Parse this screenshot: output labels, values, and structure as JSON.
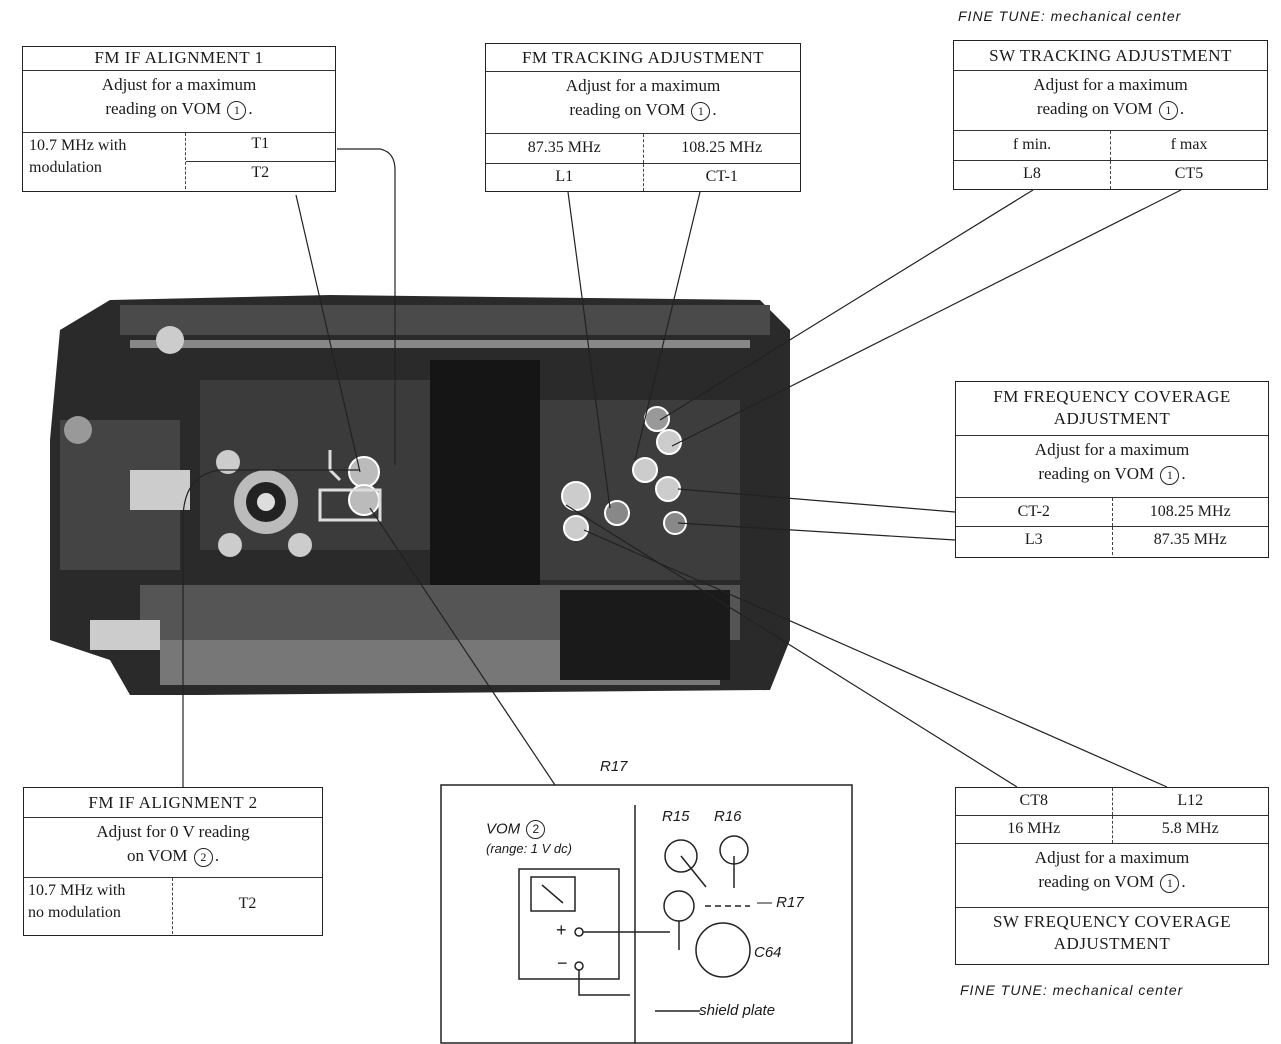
{
  "fine_tune_top": "FINE TUNE:  mechanical center",
  "fine_tune_bottom": "FINE TUNE:  mechanical center",
  "fm_if_1": {
    "title": "FM IF ALIGNMENT 1",
    "line1": "Adjust for a maximum",
    "line2": "reading on VOM",
    "vom": "1",
    "signal_line1": "10.7 MHz with",
    "signal_line2": "modulation",
    "coil1": "T1",
    "coil2": "T2"
  },
  "fm_tracking": {
    "title": "FM TRACKING ADJUSTMENT",
    "line1": "Adjust for a maximum",
    "line2": "reading on VOM",
    "vom": "1",
    "freq_low": "87.35 MHz",
    "freq_high": "108.25 MHz",
    "adj_low": "L1",
    "adj_high": "CT-1"
  },
  "sw_tracking": {
    "title": "SW TRACKING ADJUSTMENT",
    "line1": "Adjust for a maximum",
    "line2": "reading on VOM",
    "vom": "1",
    "f_min": "f min.",
    "f_max": "f max",
    "adj_min": "L8",
    "adj_max": "CT5"
  },
  "fm_freq_cov": {
    "title1": "FM FREQUENCY COVERAGE",
    "title2": "ADJUSTMENT",
    "line1": "Adjust for a maximum",
    "line2": "reading on VOM",
    "vom": "1",
    "r1_adj": "CT-2",
    "r1_freq": "108.25 MHz",
    "r2_adj": "L3",
    "r2_freq": "87.35 MHz"
  },
  "fm_if_2": {
    "title": "FM IF ALIGNMENT 2",
    "line1": "Adjust for 0 V reading",
    "line2": "on VOM",
    "vom": "2",
    "signal_line1": "10.7 MHz with",
    "signal_line2": "no modulation",
    "coil": "T2"
  },
  "sw_freq_cov": {
    "h_left": "CT8",
    "h_right": "L12",
    "f_left": "16 MHz",
    "f_right": "5.8 MHz",
    "line1": "Adjust for a maximum",
    "line2": "reading on VOM",
    "vom": "1",
    "title1": "SW FREQUENCY COVERAGE",
    "title2": "ADJUSTMENT"
  },
  "inset": {
    "r17_top": "R17",
    "vom_label": "VOM",
    "vom_num": "2",
    "range": "(range:  1 V dc)",
    "r15": "R15",
    "r16": "R16",
    "r17": "— R17",
    "c64": "C64",
    "plus": "+",
    "minus": "−",
    "shield": "— shield plate"
  }
}
